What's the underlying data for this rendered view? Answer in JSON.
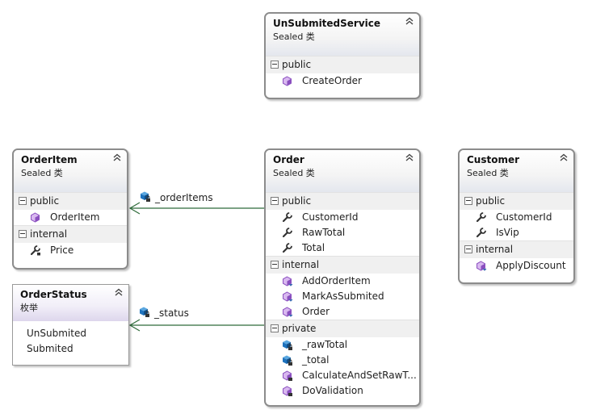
{
  "classes": {
    "unsubmitted_service": {
      "name": "UnSubmitedService",
      "stereotype": "Sealed 类",
      "sections": [
        {
          "label": "public",
          "members": [
            {
              "name": "CreateOrder",
              "icon": "method-icon"
            }
          ]
        }
      ]
    },
    "order_item": {
      "name": "OrderItem",
      "stereotype": "Sealed 类",
      "sections": [
        {
          "label": "public",
          "members": [
            {
              "name": "OrderItem",
              "icon": "method-icon"
            }
          ]
        },
        {
          "label": "internal",
          "members": [
            {
              "name": "Price",
              "icon": "property-icon"
            }
          ]
        }
      ]
    },
    "order": {
      "name": "Order",
      "stereotype": "Sealed 类",
      "sections": [
        {
          "label": "public",
          "members": [
            {
              "name": "CustomerId",
              "icon": "property-icon"
            },
            {
              "name": "RawTotal",
              "icon": "property-icon"
            },
            {
              "name": "Total",
              "icon": "property-icon"
            }
          ]
        },
        {
          "label": "internal",
          "members": [
            {
              "name": "AddOrderItem",
              "icon": "method-icon"
            },
            {
              "name": "MarkAsSubmited",
              "icon": "method-icon"
            },
            {
              "name": "Order",
              "icon": "method-icon"
            }
          ]
        },
        {
          "label": "private",
          "members": [
            {
              "name": "_rawTotal",
              "icon": "field-icon"
            },
            {
              "name": "_total",
              "icon": "field-icon"
            },
            {
              "name": "CalculateAndSetRawT...",
              "icon": "method-icon"
            },
            {
              "name": "DoValidation",
              "icon": "method-icon"
            }
          ]
        }
      ]
    },
    "customer": {
      "name": "Customer",
      "stereotype": "Sealed 类",
      "sections": [
        {
          "label": "public",
          "members": [
            {
              "name": "CustomerId",
              "icon": "property-icon"
            },
            {
              "name": "IsVip",
              "icon": "property-icon"
            }
          ]
        },
        {
          "label": "internal",
          "members": [
            {
              "name": "ApplyDiscount",
              "icon": "method-icon"
            }
          ]
        }
      ]
    },
    "order_status": {
      "name": "OrderStatus",
      "stereotype": "枚举",
      "values": [
        "UnSubmited",
        "Submited"
      ]
    }
  },
  "associations": [
    {
      "label": "_orderItems",
      "icon": "field-icon"
    },
    {
      "label": "_status",
      "icon": "field-icon"
    }
  ],
  "colors": {
    "association_line": "#2e6b3a",
    "method_icon": "#8a4fbf",
    "field_icon": "#1e73be",
    "enum_header": "#ddd6ec"
  }
}
